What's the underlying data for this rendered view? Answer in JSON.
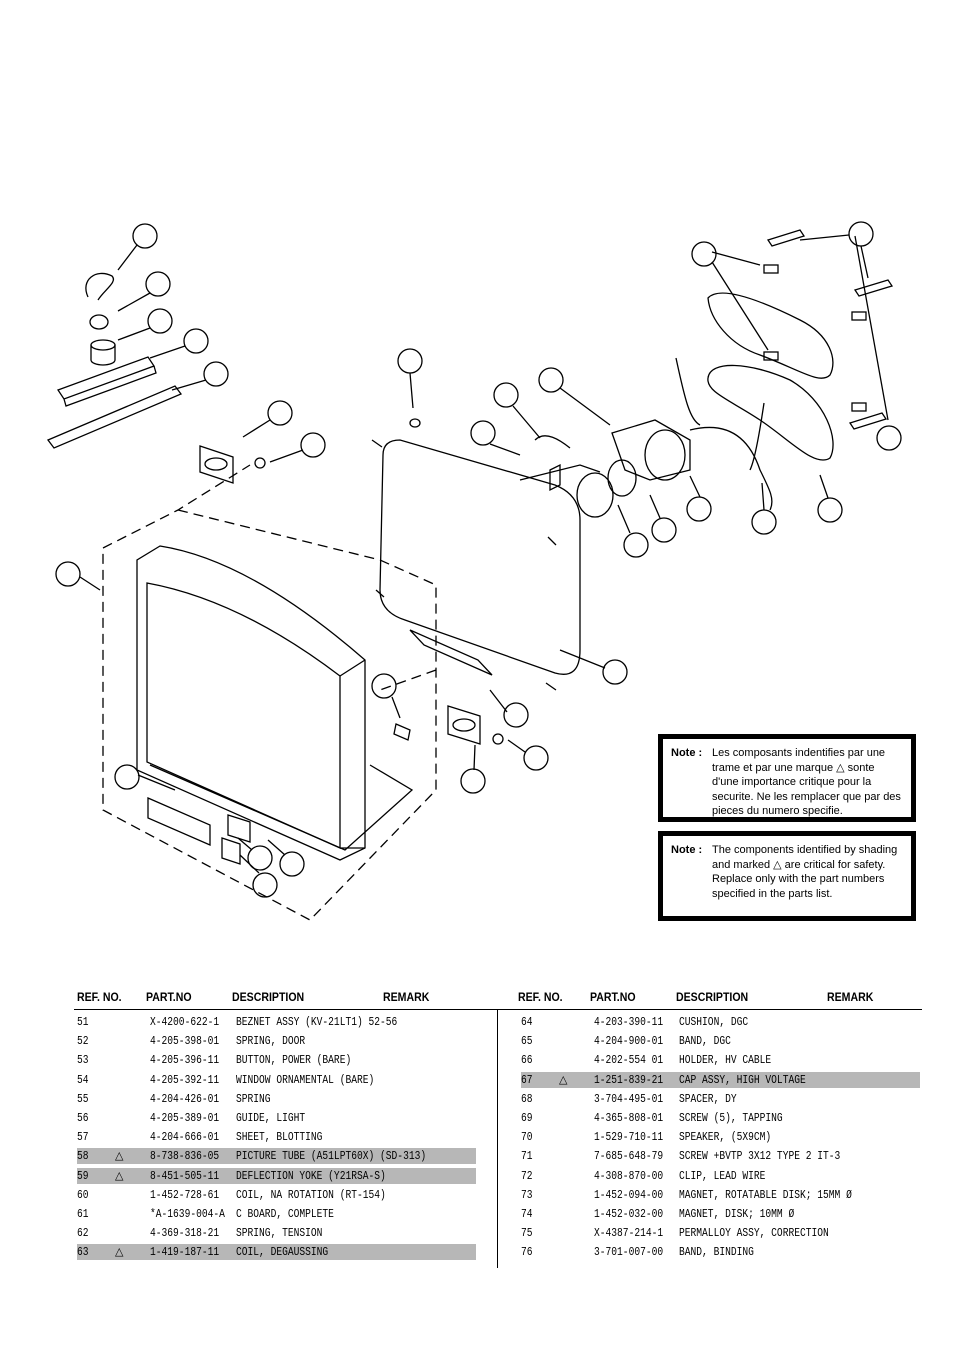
{
  "notes": {
    "french": {
      "label": "Note :",
      "text": "Les composants indentifies par une trame et par une marque △ sonte d'une importance critique pour la securite. Ne les remplacer que par des pieces du numero specifie."
    },
    "english": {
      "label": "Note :",
      "text": "The components identified by shading and marked △ are critical for safety. Replace only with the part numbers specified in the parts list."
    }
  },
  "table": {
    "headers": {
      "ref_no": "REF. NO.",
      "part_no": "PART.NO",
      "description": "DESCRIPTION",
      "remark": "REMARK"
    },
    "left_rows": [
      {
        "ref": "51",
        "mark": "",
        "part": "X-4200-622-1",
        "desc": "BEZNET ASSY   (KV-21LT1)   52-56",
        "shaded": false
      },
      {
        "ref": "52",
        "mark": "",
        "part": "4-205-398-01",
        "desc": "SPRING, DOOR",
        "shaded": false
      },
      {
        "ref": "53",
        "mark": "",
        "part": "4-205-396-11",
        "desc": "BUTTON, POWER (BARE)",
        "shaded": false
      },
      {
        "ref": "54",
        "mark": "",
        "part": "4-205-392-11",
        "desc": "WINDOW ORNAMENTAL (BARE)",
        "shaded": false
      },
      {
        "ref": "55",
        "mark": "",
        "part": "4-204-426-01",
        "desc": "SPRING",
        "shaded": false
      },
      {
        "ref": "56",
        "mark": "",
        "part": "4-205-389-01",
        "desc": "GUIDE, LIGHT",
        "shaded": false
      },
      {
        "ref": "57",
        "mark": "",
        "part": "4-204-666-01",
        "desc": "SHEET, BLOTTING",
        "shaded": false
      },
      {
        "ref": "58",
        "mark": "△",
        "part": "8-738-836-05",
        "desc": "PICTURE TUBE (A51LPT60X)  (SD-313)",
        "shaded": true
      },
      {
        "ref": "59",
        "mark": "△",
        "part": "8-451-505-11",
        "desc": "DEFLECTION YOKE (Y21RSA-S)",
        "shaded": true
      },
      {
        "ref": "60",
        "mark": "",
        "part": "1-452-728-61",
        "desc": "COIL, NA ROTATION (RT-154)",
        "shaded": false
      },
      {
        "ref": "61",
        "mark": "",
        "part": "*A-1639-004-A",
        "desc": "C BOARD, COMPLETE",
        "shaded": false
      },
      {
        "ref": "62",
        "mark": "",
        "part": "4-369-318-21",
        "desc": "SPRING, TENSION",
        "shaded": false
      },
      {
        "ref": "63",
        "mark": "△",
        "part": "1-419-187-11",
        "desc": "COIL, DEGAUSSING",
        "shaded": true
      }
    ],
    "right_rows": [
      {
        "ref": "64",
        "mark": "",
        "part": "4-203-390-11",
        "desc": "CUSHION, DGC",
        "shaded": false
      },
      {
        "ref": "65",
        "mark": "",
        "part": "4-204-900-01",
        "desc": "BAND, DGC",
        "shaded": false
      },
      {
        "ref": "66",
        "mark": "",
        "part": "4-202-554 01",
        "desc": "HOLDER, HV CABLE",
        "shaded": false
      },
      {
        "ref": "67",
        "mark": "△",
        "part": "1-251-839-21",
        "desc": "CAP ASSY, HIGH VOLTAGE",
        "shaded": true
      },
      {
        "ref": "68",
        "mark": "",
        "part": "3-704-495-01",
        "desc": "SPACER, DY",
        "shaded": false
      },
      {
        "ref": "69",
        "mark": "",
        "part": "4-365-808-01",
        "desc": "SCREW (5), TAPPING",
        "shaded": false
      },
      {
        "ref": "70",
        "mark": "",
        "part": "1-529-710-11",
        "desc": "SPEAKER, (5X9CM)",
        "shaded": false
      },
      {
        "ref": "71",
        "mark": "",
        "part": "7-685-648-79",
        "desc": "SCREW +BVTP 3X12 TYPE 2 IT-3",
        "shaded": false
      },
      {
        "ref": "72",
        "mark": "",
        "part": "4-308-870-00",
        "desc": "CLIP, LEAD WIRE",
        "shaded": false
      },
      {
        "ref": "73",
        "mark": "",
        "part": "1-452-094-00",
        "desc": "MAGNET, ROTATABLE DISK; 15MM Ø",
        "shaded": false
      },
      {
        "ref": "74",
        "mark": "",
        "part": "1-452-032-00",
        "desc": "MAGNET, DISK; 10MM Ø",
        "shaded": false
      },
      {
        "ref": "75",
        "mark": "",
        "part": "X-4387-214-1",
        "desc": "PERMALLOY ASSY, CORRECTION",
        "shaded": false
      },
      {
        "ref": "76",
        "mark": "",
        "part": "3-701-007-00",
        "desc": "BAND, BINDING",
        "shaded": false
      }
    ]
  }
}
